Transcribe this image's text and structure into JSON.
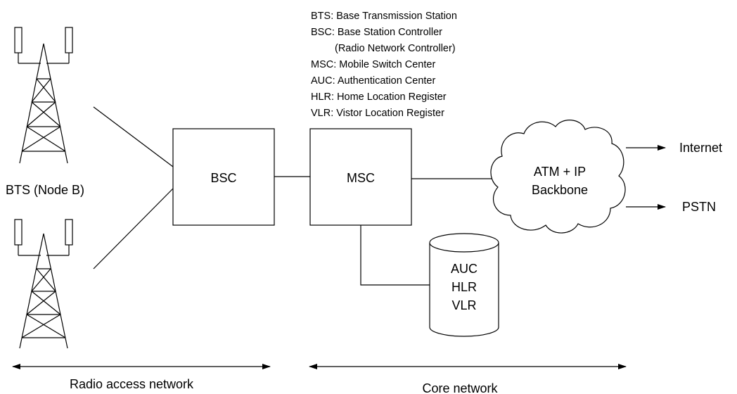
{
  "legend": [
    "BTS: Base Transmission Station",
    "BSC: Base Station Controller",
    "(Radio Network Controller)",
    "MSC: Mobile Switch Center",
    "AUC: Authentication Center",
    "HLR: Home Location Register",
    "VLR: Vistor Location Register"
  ],
  "nodes": {
    "bts_label": "BTS (Node B)",
    "bsc": "BSC",
    "msc": "MSC",
    "backbone_line1": "ATM + IP",
    "backbone_line2": "Backbone",
    "db_lines": [
      "AUC",
      "HLR",
      "VLR"
    ]
  },
  "outputs": {
    "internet": "Internet",
    "pstn": "PSTN"
  },
  "spans": {
    "radio_access": "Radio access network",
    "core": "Core network"
  }
}
